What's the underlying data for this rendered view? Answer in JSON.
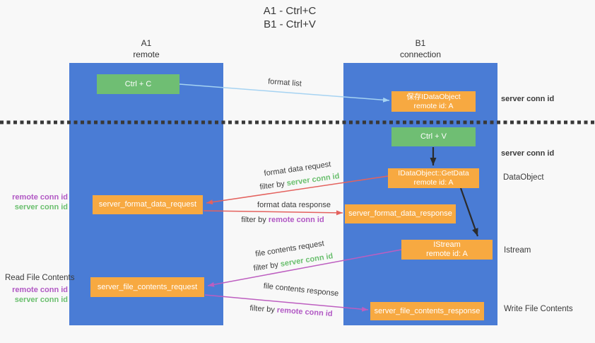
{
  "title": {
    "line1": "A1 - Ctrl+C",
    "line2": "B1 - Ctrl+V"
  },
  "columns": {
    "a1": {
      "name": "A1",
      "subtitle": "remote"
    },
    "b1": {
      "name": "B1",
      "subtitle": "connection"
    }
  },
  "nodes": {
    "ctrl_c": "Ctrl + C",
    "ctrl_v": "Ctrl + V",
    "save_idataobject": {
      "line1": "保存IDataObject",
      "line2": "remote id: A"
    },
    "getdata": {
      "line1": "IDataObject::GetData",
      "line2": "remote id: A"
    },
    "istream": {
      "line1": "IStream",
      "line2": "remote id: A"
    },
    "server_format_data_request": "server_format_data_request",
    "server_format_data_response": "server_format_data_response",
    "server_file_contents_request": "server_file_contents_request",
    "server_file_contents_response": "server_file_contents_response"
  },
  "arrow_labels": {
    "format_list": "format list",
    "format_data_request": "format data request",
    "format_data_response": "format data response",
    "file_contents_request": "file contents request",
    "file_contents_response": "file contents response",
    "filter_by": "filter by",
    "server_conn_id": "server conn id",
    "remote_conn_id": "remote conn id"
  },
  "side_labels": {
    "server_conn_id": "server conn id",
    "remote_conn_id": "remote conn id",
    "dataobject": "DataObject",
    "istream": "Istream",
    "read_file_contents": "Read File Contents",
    "write_file_contents": "Write File Contents"
  },
  "colors": {
    "background": "#f8f8f8",
    "column_blue": "#4a7cd5",
    "box_green": "#6fbe73",
    "box_orange": "#f7a941",
    "arrow_blue": "#a6d3f2",
    "arrow_red": "#e4625e",
    "arrow_purple": "#bd5ec0",
    "arrow_black": "#2b2b2b",
    "dotted_line": "#383838",
    "id_green": "#6abf6e",
    "id_purple": "#b158c4",
    "text_dark": "#3a3a3a"
  }
}
